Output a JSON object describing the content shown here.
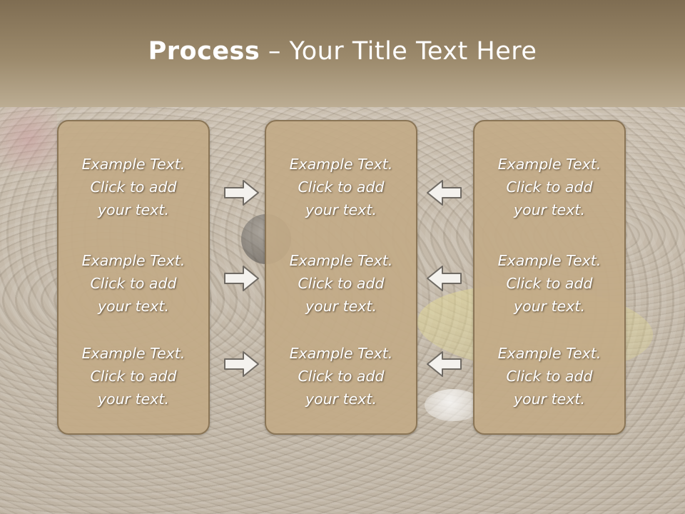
{
  "title": {
    "bold": "Process",
    "separator": " – ",
    "rest": "Your Title Text Here"
  },
  "columns": [
    {
      "cells": [
        {
          "line1": "Example Text.",
          "line2": "Click  to add",
          "line3": "your text."
        },
        {
          "line1": "Example Text.",
          "line2": "Click  to add",
          "line3": "your text."
        },
        {
          "line1": "Example Text.",
          "line2": "Click  to add",
          "line3": "your text."
        }
      ]
    },
    {
      "cells": [
        {
          "line1": "Example Text.",
          "line2": "Click  to add",
          "line3": "your text."
        },
        {
          "line1": "Example Text.",
          "line2": "Click  to add",
          "line3": "your text."
        },
        {
          "line1": "Example Text.",
          "line2": "Click  to add",
          "line3": "your text."
        }
      ]
    },
    {
      "cells": [
        {
          "line1": "Example Text.",
          "line2": "Click  to add",
          "line3": "your text."
        },
        {
          "line1": "Example Text.",
          "line2": "Click  to add",
          "line3": "your text."
        },
        {
          "line1": "Example Text.",
          "line2": "Click  to add",
          "line3": "your text."
        }
      ]
    }
  ],
  "icons": {
    "left_arrows": "arrow-right-icon",
    "right_arrows": "arrow-left-icon"
  }
}
